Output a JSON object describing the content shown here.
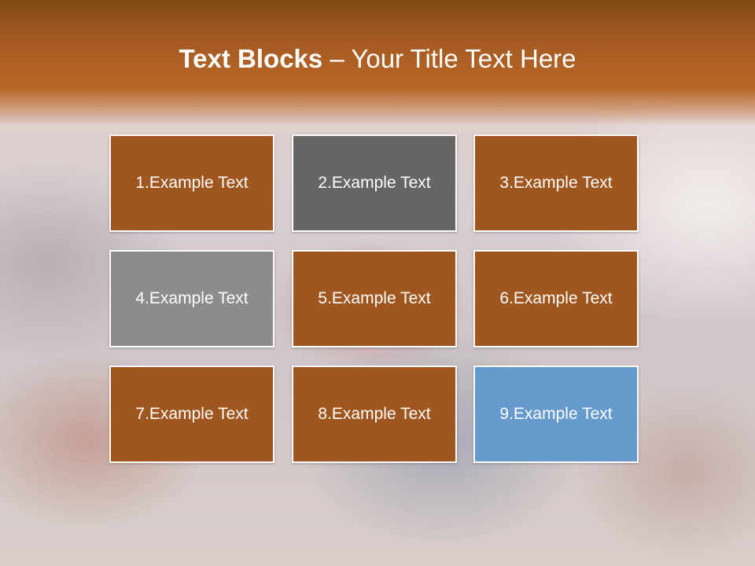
{
  "title": {
    "bold": "Text Blocks",
    "separator": " – ",
    "normal": "Your Title Text Here"
  },
  "blocks": [
    {
      "label": "1.Example Text",
      "color": "#a0561f"
    },
    {
      "label": "2.Example Text",
      "color": "#666666"
    },
    {
      "label": "3.Example Text",
      "color": "#a0561f"
    },
    {
      "label": "4.Example Text",
      "color": "#8c8c8c"
    },
    {
      "label": "5.Example Text",
      "color": "#a0561f"
    },
    {
      "label": "6.Example Text",
      "color": "#a0561f"
    },
    {
      "label": "7.Example Text",
      "color": "#a0561f"
    },
    {
      "label": "8.Example Text",
      "color": "#a0561f"
    },
    {
      "label": "9.Example Text",
      "color": "#6699cc"
    }
  ]
}
